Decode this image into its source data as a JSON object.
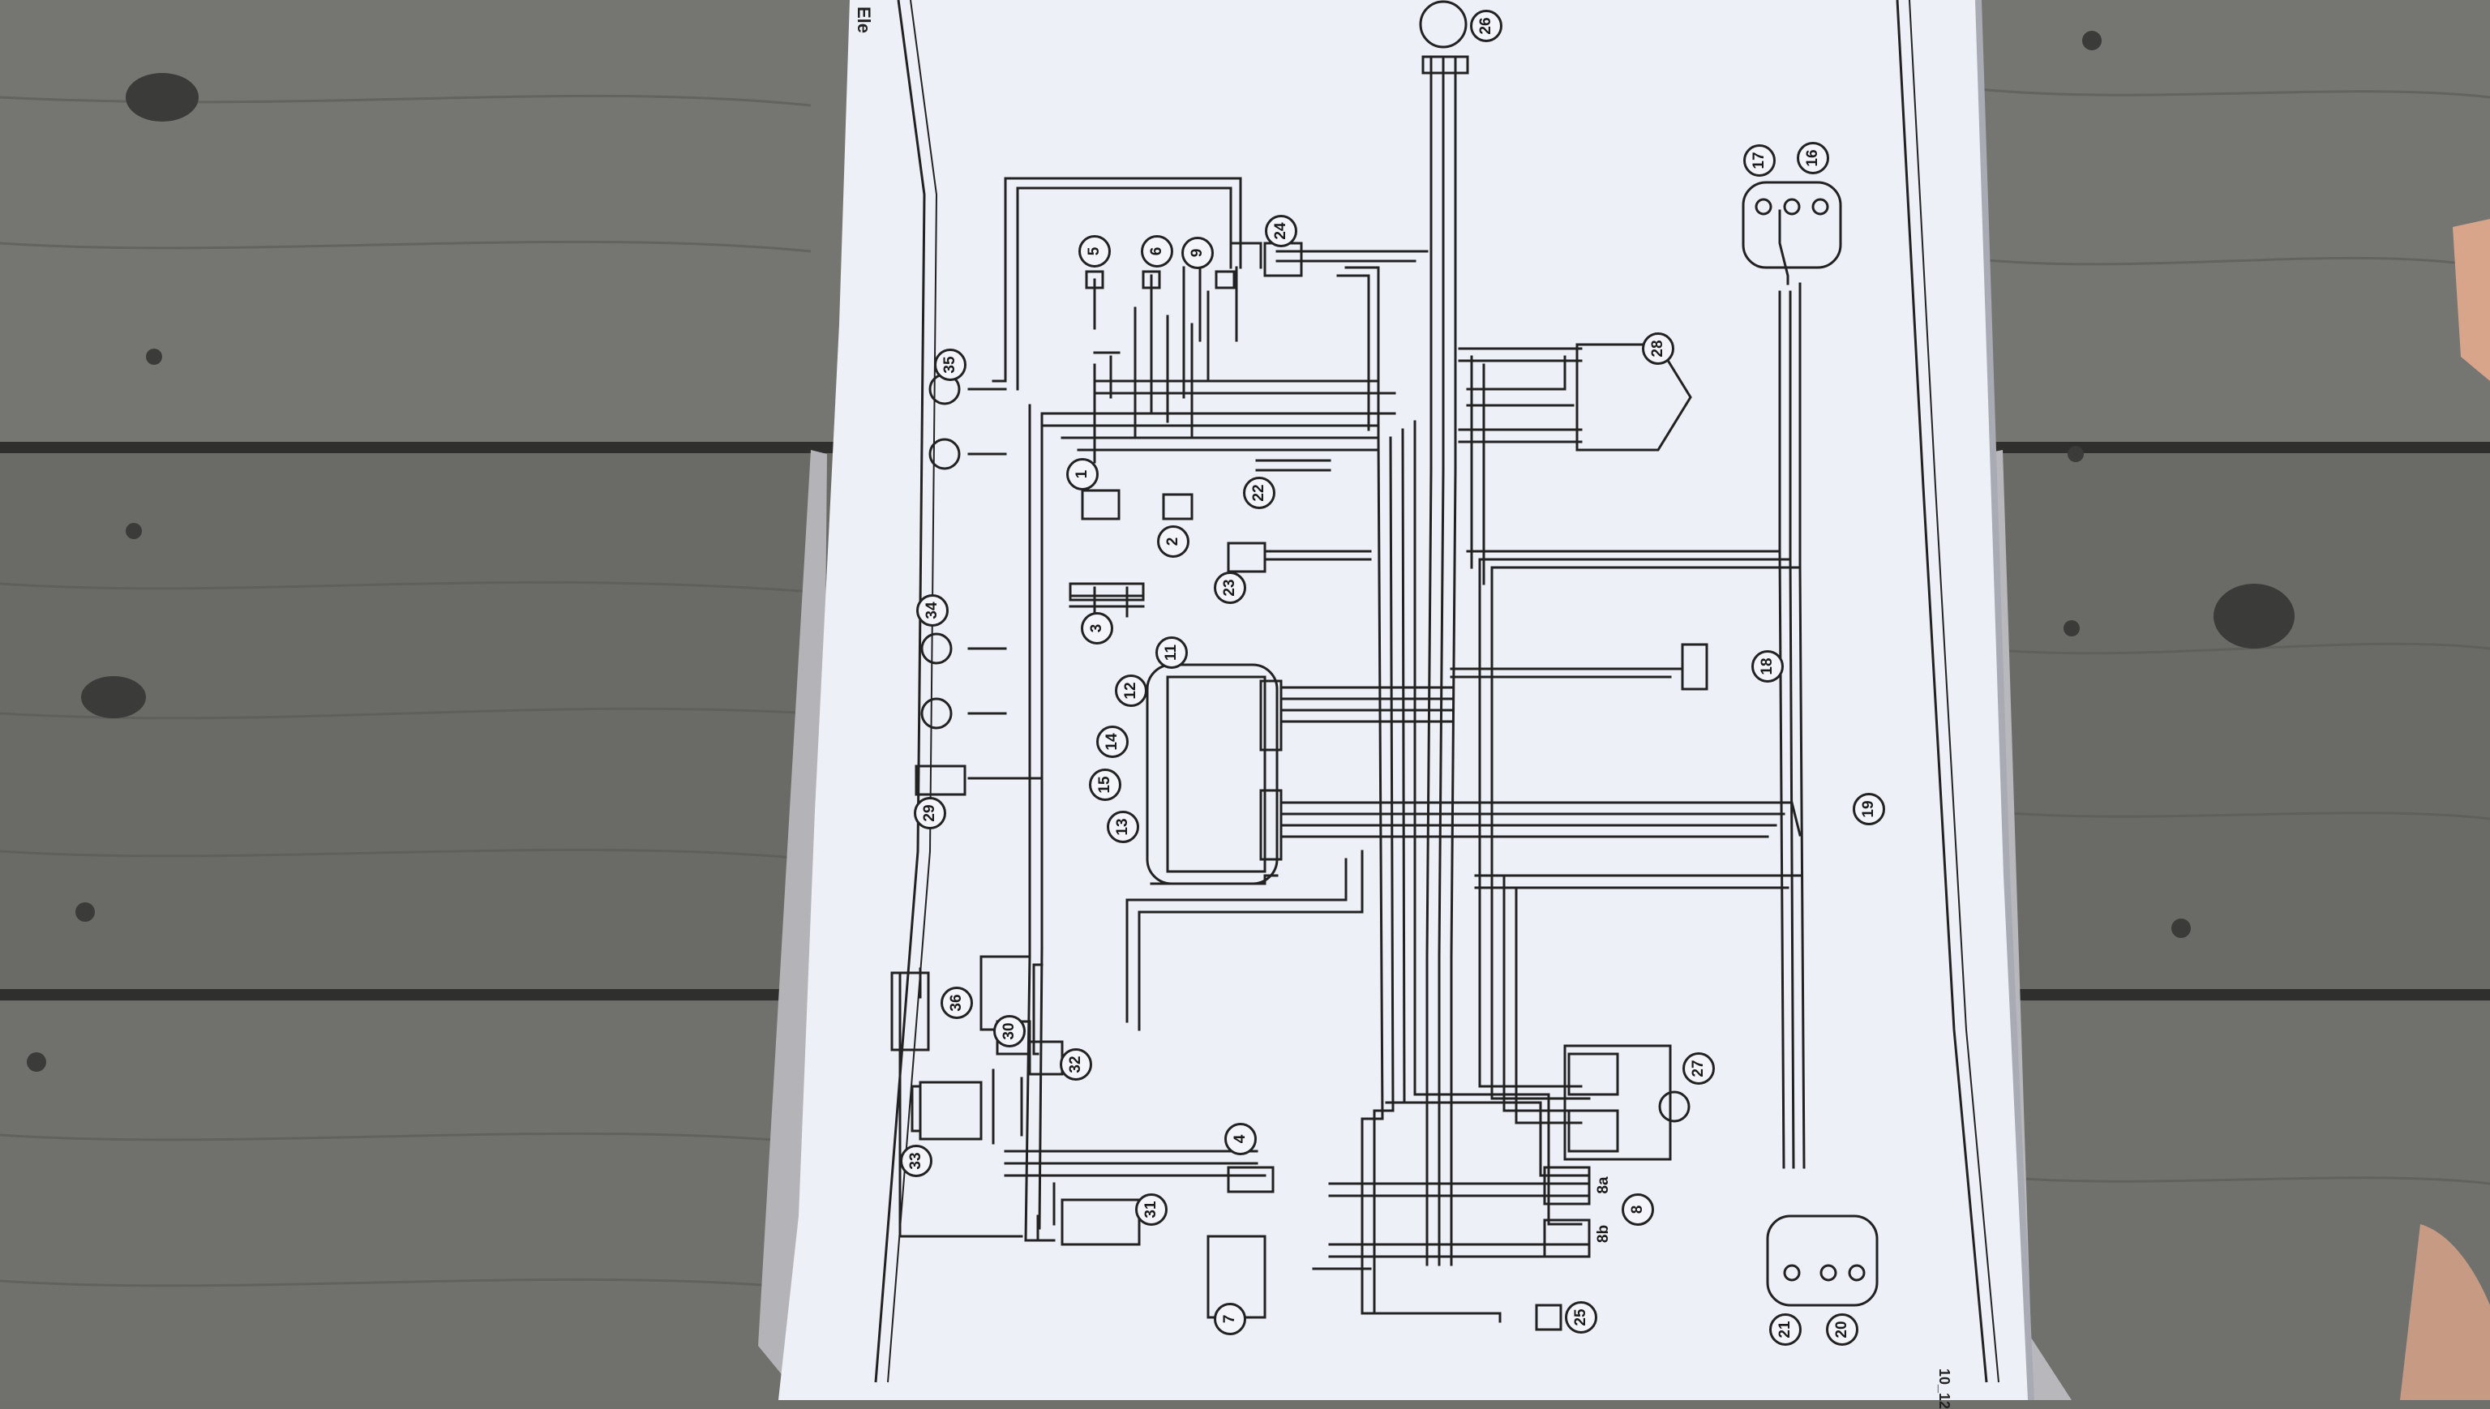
{
  "diagram": {
    "header_text": "Ele",
    "page_text": "10_12",
    "component_labels": {
      "c1": "1",
      "c2": "2",
      "c3": "3",
      "c4": "4",
      "c5": "5",
      "c6": "6",
      "c7": "7",
      "c8": "8",
      "c8a": "8a",
      "c8b": "8b",
      "c9": "9",
      "c11": "11",
      "c12": "12",
      "c13": "13",
      "c14": "14",
      "c15": "15",
      "c16": "16",
      "c17": "17",
      "c18": "18",
      "c19": "19",
      "c20": "20",
      "c21": "21",
      "c22": "22",
      "c23": "23",
      "c24": "24",
      "c25": "25",
      "c26": "26",
      "c27": "27",
      "c28": "28",
      "c29": "29",
      "c30": "30",
      "c31": "31",
      "c32": "32",
      "c33": "33",
      "c34": "34",
      "c35": "35",
      "c36": "36"
    }
  },
  "colors": {
    "wood": "#6f6f6c",
    "paper": "#eef0f7",
    "ink": "#222222"
  }
}
